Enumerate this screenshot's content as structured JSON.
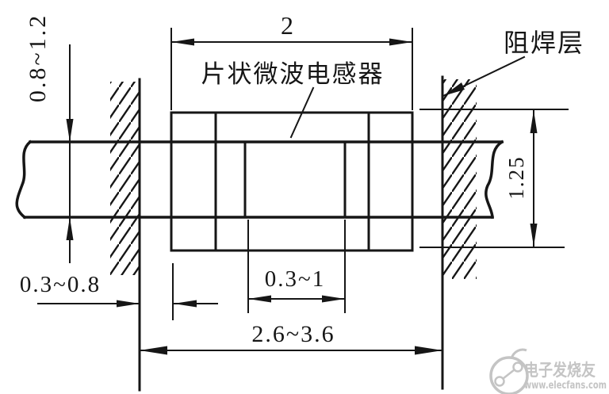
{
  "diagram": {
    "component_label": "片状微波电感器",
    "solder_mask_label": "阻焊层",
    "dims": {
      "top_length": "2",
      "left_pad_width": "0.8~1.2",
      "right_component_width": "1.25",
      "bottom_left_mask_gap": "0.3~0.8",
      "bottom_center_pad_gap": "0.3~1",
      "bottom_total_span": "2.6~3.6"
    }
  },
  "watermark": {
    "brand": "电子发烧友",
    "site": "www.elecfans.com"
  },
  "colors": {
    "line": "#161616",
    "watermark": "#c4c4c4",
    "background": "#ffffff"
  }
}
